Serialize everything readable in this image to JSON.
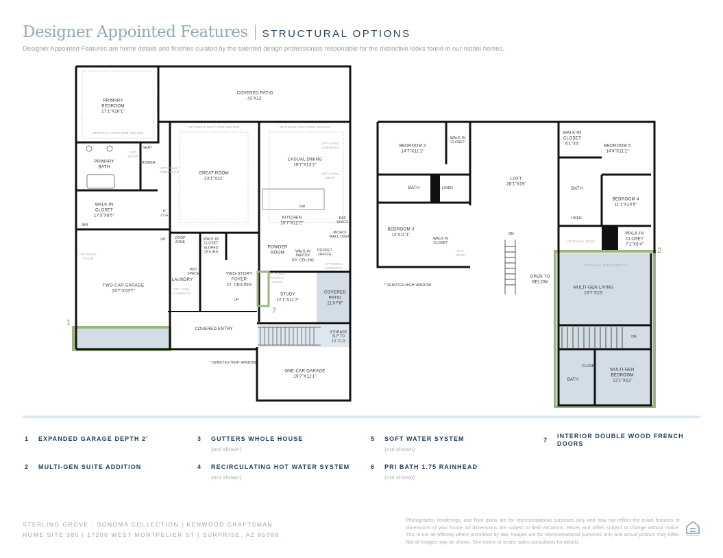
{
  "header": {
    "title": "Designer Appointed Features",
    "subtitle": "STRUCTURAL OPTIONS",
    "description": "Designer Appointed Features are home details and finishes curated by the talented design professionals responsible for the distinctive looks found in our model homes."
  },
  "colors": {
    "title": "#93a9b6",
    "accent_green": "#9ab77f",
    "shade": "#d3dde6",
    "navy": "#1f3a55"
  },
  "first_floor": {
    "rooms": [
      {
        "name": "PRIMARY\nBEDROOM\n17'1\"X16'1\""
      },
      {
        "name": "COVERED PATIO\n42'X12'"
      },
      {
        "name": "PRIMARY\nBATH"
      },
      {
        "name": "WALK-IN\nCLOSET\n17'3\"X8'5\""
      },
      {
        "name": "GREAT ROOM\n23'1\"X22'"
      },
      {
        "name": "CASUAL DINING\n19'7\"X13'2\""
      },
      {
        "name": "KITCHEN\n19'7\"X12'2\""
      },
      {
        "name": "TWO-CAR GARAGE\n24'7\"X19'7\""
      },
      {
        "name": "DROP\nZONE"
      },
      {
        "name": "WALK-IN\nCLOSET\nSLOPED\nCEILING"
      },
      {
        "name": "LAUNDRY"
      },
      {
        "name": "W/D\nSPACE"
      },
      {
        "name": "TWO-STORY\nFOYER\n21' CEILING"
      },
      {
        "name": "POWDER\nROOM"
      },
      {
        "name": "WALK-IN\nPANTRY\n8'6\" CEILING"
      },
      {
        "name": "POCKET\nOFFICE"
      },
      {
        "name": "STUDY\n12'1\"X11'2\""
      },
      {
        "name": "COVERED\nPATIO\n11'X7'6\""
      },
      {
        "name": "COVERED ENTRY"
      },
      {
        "name": "STORAGE\nSLP TO\n10' CLG"
      },
      {
        "name": "ONE-CAR GARAGE\n19'7\"X11'1\""
      },
      {
        "name": "SEAT"
      },
      {
        "name": "SHOWER"
      },
      {
        "name": "DW"
      },
      {
        "name": "REF\nSPACE"
      },
      {
        "name": "MICRO/\nWALL OVEN"
      },
      {
        "name": "WH"
      },
      {
        "name": "8'\nCLG"
      },
      {
        "name": "UP"
      },
      {
        "name": "UP"
      }
    ],
    "optional": [
      "OPTIONAL SOFFITED CEILING",
      "OPTIONAL SOFFITED CEILING",
      "OPTIONAL SOFFITED CEILING",
      "OPT\nDOOR",
      "OPTIONAL\nFIREPLACE",
      "OPTIONAL\nCABINETS",
      "OPTIONAL\nDESK",
      "OPTIONAL\nDOOR",
      "OPT SINK\nCABINETS",
      "OPTIONAL\nDOUBLE\nDOOR",
      "OPTIONAL\nCABINETS"
    ],
    "note": "* DENOTES HIGH WINDOW"
  },
  "second_floor": {
    "rooms": [
      {
        "name": "BEDROOM 2\n14'7\"X11'1\""
      },
      {
        "name": "WALK-IN\nCLOSET"
      },
      {
        "name": "BATH"
      },
      {
        "name": "LINEN"
      },
      {
        "name": "BEDROOM 3\n13'X11'1\""
      },
      {
        "name": "WALK-IN\nCLOSET"
      },
      {
        "name": "LOFT\n28'1\"X19'"
      },
      {
        "name": "DN"
      },
      {
        "name": "OPEN TO\nBELOW"
      },
      {
        "name": "WALK-IN\nCLOSET\n6'1\"X5'"
      },
      {
        "name": "BEDROOM 5\n14'4\"X11'1\""
      },
      {
        "name": "BATH"
      },
      {
        "name": "BEDROOM 4\n11'1\"X10'5\""
      },
      {
        "name": "LINEN"
      },
      {
        "name": "WALK-IN\nCLOSET\n7'1\"X5'4\""
      },
      {
        "name": "MULTI-GEN LIVING\n19'7\"X15'"
      },
      {
        "name": "DN"
      },
      {
        "name": "CLOSET"
      },
      {
        "name": "MULTI-GEN\nBEDROOM\n12'1\"X12'"
      },
      {
        "name": "BATH"
      }
    ],
    "optional": [
      "OPT\nDESK",
      "OPTIONAL DESK",
      "OPTIONAL KITCHENETTE"
    ],
    "note": "* DENOTES HIGH WINDOW"
  },
  "callouts": [
    "1",
    "7",
    "2"
  ],
  "options": [
    {
      "num": "1",
      "label": "EXPANDED GARAGE DEPTH 2'",
      "note": ""
    },
    {
      "num": "2",
      "label": "MULTI-GEN SUITE ADDITION",
      "note": ""
    },
    {
      "num": "3",
      "label": "GUTTERS WHOLE HOUSE",
      "note": "(not shown)"
    },
    {
      "num": "4",
      "label": "RECIRCULATING HOT WATER SYSTEM",
      "note": "(not shown)"
    },
    {
      "num": "5",
      "label": "SOFT WATER SYSTEM",
      "note": "(not shown)"
    },
    {
      "num": "6",
      "label": "PRI BATH 1.75 RAINHEAD",
      "note": "(not shown)"
    },
    {
      "num": "7",
      "label": "INTERIOR DOUBLE WOOD FRENCH\nDOORS",
      "note": ""
    }
  ],
  "footer": {
    "line1": "STERLING GROVE - SONOMA COLLECTION  |  KENWOOD CRAFTSMAN",
    "line2": "HOME SITE 385  |  17200 WEST MONTPELIER ST  |  SURPRISE, AZ 85388",
    "disclaimer": "Photographs, renderings, and floor plans are for representational purposes only and may not reflect the exact features or dimensions of your home. All dimensions are subject to field variations. Prices and offers subject to change without notice. This is not an offering where prohibited by law. Images are for representational purposes only and actual product may differ. Not all images may be shown. See online or onsite sales consultants for details.",
    "logo": "EQUAL HOUSING OPPORTUNITY"
  }
}
